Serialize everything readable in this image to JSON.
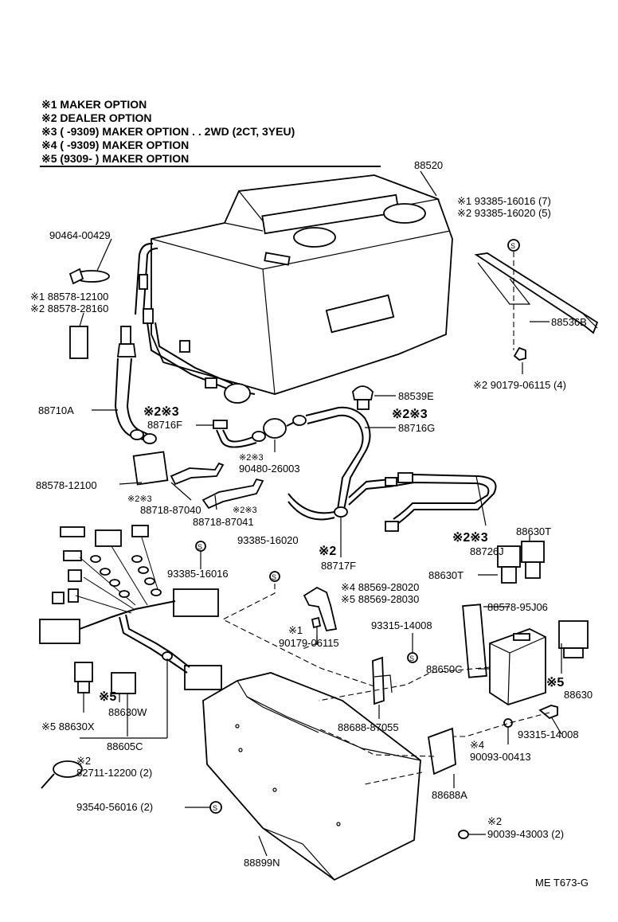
{
  "notes": [
    "※1 MAKER OPTION",
    "※2 DEALER OPTION",
    "※3 (        -9309) MAKER OPTION . . 2WD (2CT, 3YEU)",
    "※4 (        -9309) MAKER OPTION",
    "※5 (9309-         ) MAKER OPTION"
  ],
  "labels": {
    "l88520": "88520",
    "l93385_16016_7": "※1 93385-16016 (7)",
    "l93385_16020_5": "※2 93385-16020 (5)",
    "l90464": "90464-00429",
    "l88578_12100_n1": "※1 88578-12100",
    "l88578_28160_n2": "※2 88578-28160",
    "l88536B": "88536B",
    "l90179_06115_4": "※2 90179-06115 (4)",
    "l88539E": "88539E",
    "l88710A": "88710A",
    "n23_a": "※2※3",
    "l88716F": "88716F",
    "n23_b": "※2※3",
    "l88716G": "88716G",
    "n23_c": "※2※3",
    "l90480": "90480-26003",
    "l88578_12100": "88578-12100",
    "n23_d": "※2※3",
    "l88718_87040": "88718-87040",
    "n23_e": "※2※3",
    "l88718_87041": "88718-87041",
    "n23_f": "※2※3",
    "l88726J": "88726J",
    "l88630T_a": "88630T",
    "l93385_16020": "93385-16020",
    "n2_a": "※2",
    "l88717F": "88717F",
    "l88630T_b": "88630T",
    "l93385_16016": "93385-16016",
    "l88569_28020": "※4 88569-28020",
    "l88569_28030": "※5 88569-28030",
    "l88578_95J06": "88578-95J06",
    "n1_a": "※1",
    "l90179_06115": "90179-06115",
    "l93315_14008_a": "93315-14008",
    "l88650C": "88650C",
    "n5_a": "※5",
    "l88630": "88630",
    "n5_b": "※5",
    "l88630W": "88630W",
    "l88630X": "※5 88630X",
    "l88688_87055": "88688-87055",
    "l93315_14008_b": "93315-14008",
    "l88605C": "88605C",
    "n4_a": "※4",
    "l90093": "90093-00413",
    "n2_b": "※2",
    "l82711": "82711-12200 (2)",
    "l88688A": "88688A",
    "l93540": "93540-56016 (2)",
    "n2_c": "※2",
    "l90039": "90039-43003 (2)",
    "l88899N": "88899N",
    "footer": "ME T673-G"
  }
}
